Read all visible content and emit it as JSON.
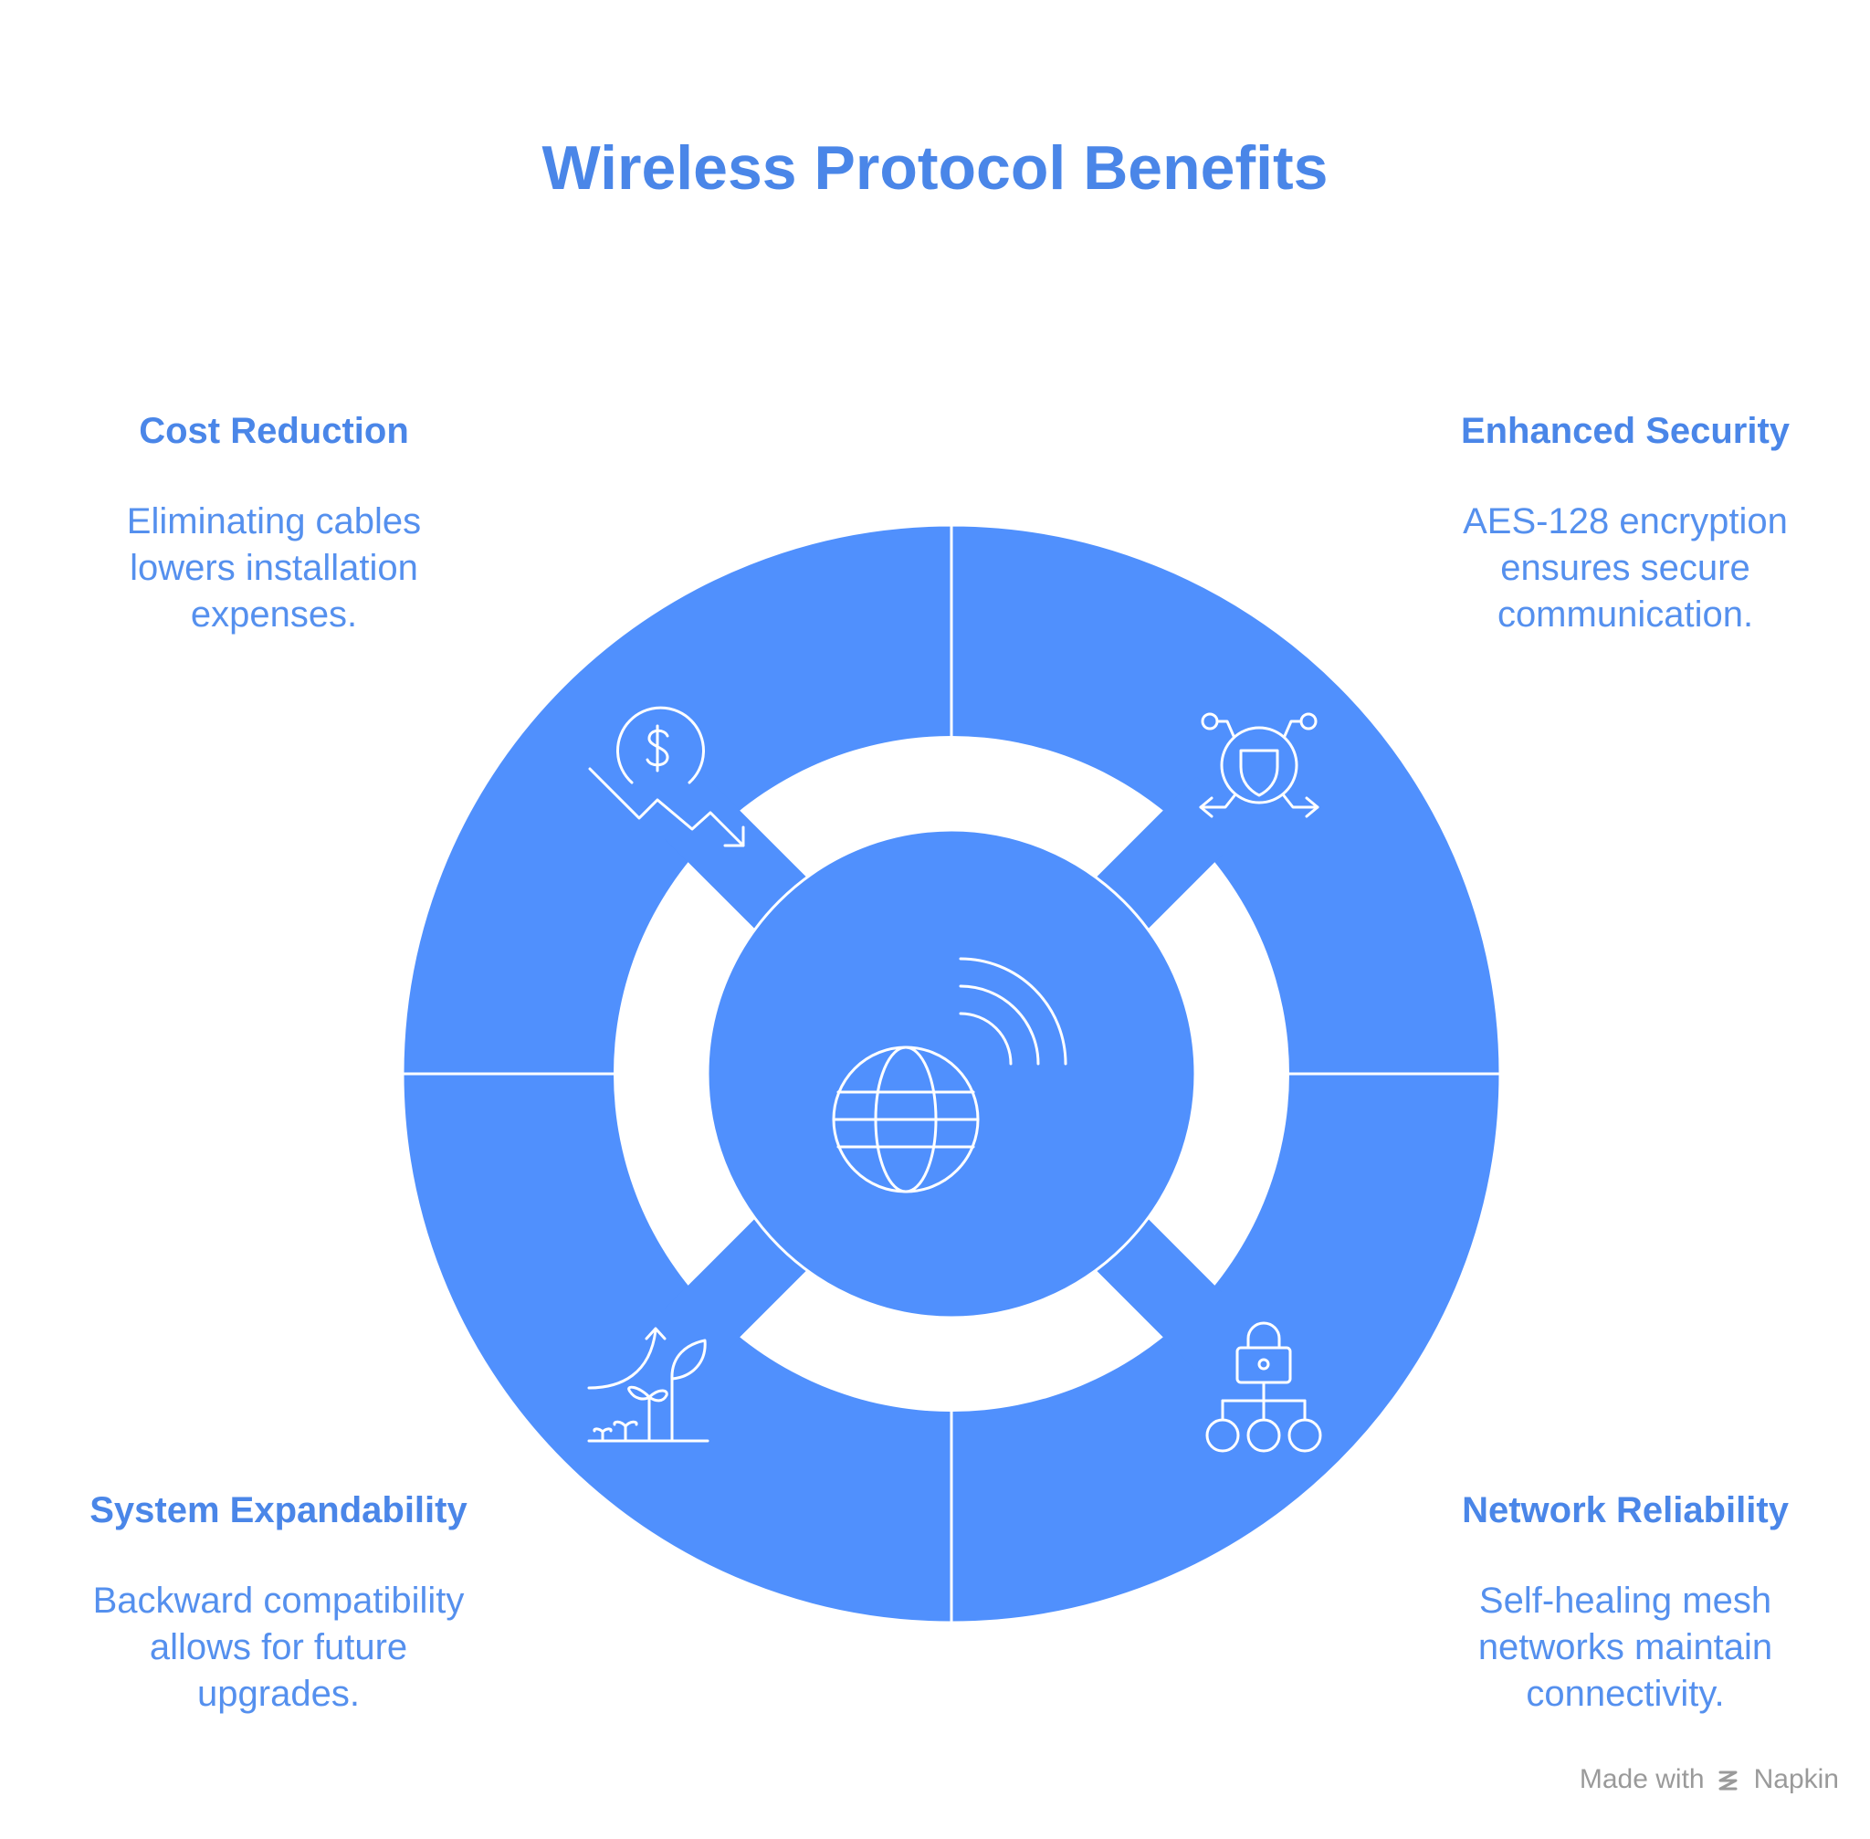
{
  "title": "Wireless Protocol Benefits",
  "colors": {
    "accent": "#5090fd",
    "text": "#4a86e8",
    "background": "#ffffff",
    "watermark": "#9a9a9a"
  },
  "segments": [
    {
      "heading": "Cost Reduction",
      "description": [
        "Eliminating cables",
        "lowers installation",
        "expenses."
      ],
      "icon": "dollar-down-trend-icon"
    },
    {
      "heading": "Enhanced Security",
      "description": [
        "AES-128 encryption",
        "ensures secure",
        "communication."
      ],
      "icon": "shield-network-icon"
    },
    {
      "heading": "System Expandability",
      "description": [
        "Backward compatibility",
        "allows for future",
        "upgrades."
      ],
      "icon": "growth-plant-icon"
    },
    {
      "heading": "Network Reliability",
      "description": [
        "Self-healing mesh",
        "networks maintain",
        "connectivity."
      ],
      "icon": "lock-hierarchy-icon"
    }
  ],
  "center": {
    "icon": "globe-wireless-icon"
  },
  "watermark": {
    "prefix": "Made with",
    "brand": "Napkin"
  }
}
